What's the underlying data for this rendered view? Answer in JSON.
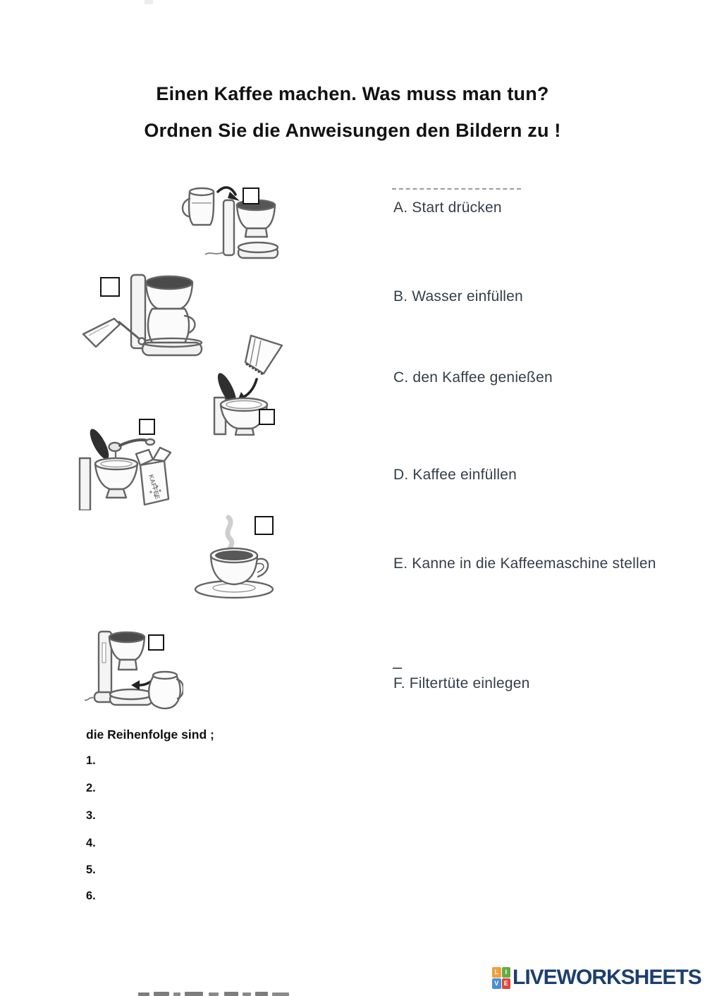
{
  "title": {
    "line1": "Einen Kaffee machen. Was muss man tun?",
    "line2": "Ordnen Sie die Anweisungen den Bildern zu !"
  },
  "instructions": [
    {
      "letter": "A",
      "text": "A. Start drücken"
    },
    {
      "letter": "B",
      "text": "B. Wasser einfüllen"
    },
    {
      "letter": "C",
      "text": "C. den Kaffee genießen"
    },
    {
      "letter": "D",
      "text": "D. Kaffee einfüllen"
    },
    {
      "letter": "E",
      "text": "E. Kanne in die Kaffeemaschine stellen"
    },
    {
      "letter": "F",
      "text": "F. Filtertüte einlegen"
    }
  ],
  "pictures": [
    {
      "name": "pour-water-jug-into-machine",
      "checkbox_value": ""
    },
    {
      "name": "press-start-button",
      "checkbox_value": ""
    },
    {
      "name": "insert-filter-paper",
      "checkbox_value": ""
    },
    {
      "name": "spoon-coffee-from-packet",
      "checkbox_value": ""
    },
    {
      "name": "enjoy-coffee-cup",
      "checkbox_value": ""
    },
    {
      "name": "place-carafe-in-machine",
      "checkbox_value": ""
    }
  ],
  "coffee_packet_label": "KAFFEE",
  "order_section": {
    "heading": "die Reihenfolge sind ;",
    "items": [
      "1.",
      "2.",
      "3.",
      "4.",
      "5.",
      "6."
    ]
  },
  "footer": {
    "brand": "LIVEWORKSHEETS",
    "brand_color": "#1c3f6e",
    "logo_tiles": [
      {
        "letter": "L",
        "color": "#f0a03c"
      },
      {
        "letter": "I",
        "color": "#67ac45"
      },
      {
        "letter": "V",
        "color": "#4a8fd3"
      },
      {
        "letter": "E",
        "color": "#d9473b"
      }
    ]
  }
}
